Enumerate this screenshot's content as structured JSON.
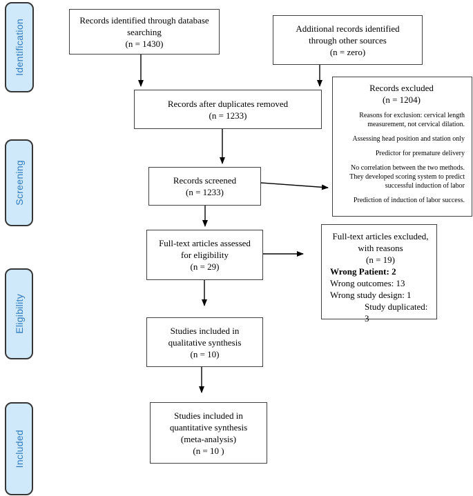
{
  "stages": [
    {
      "label": "Identification"
    },
    {
      "label": "Screening"
    },
    {
      "label": "Eligibility"
    },
    {
      "label": "Included"
    }
  ],
  "boxes": {
    "identified": {
      "lines": [
        "Records identified through database",
        "searching",
        "(n = 1430)"
      ]
    },
    "additional": {
      "lines": [
        "Additional records identified",
        "through other sources",
        "(n = zero)"
      ]
    },
    "deduplicated": {
      "lines": [
        "Records after duplicates removed",
        "(n = 1233)"
      ]
    },
    "screened": {
      "lines": [
        "Records screened",
        "(n = 1233)"
      ]
    },
    "fulltext": {
      "lines": [
        "Full-text articles assessed",
        "for eligibility",
        "(n = 29)"
      ]
    },
    "qualitative": {
      "lines": [
        "Studies included in",
        "qualitative synthesis",
        "(n = 10)"
      ]
    },
    "quantitative": {
      "lines": [
        "Studies included in",
        "quantitative synthesis",
        "(meta-analysis)",
        "(n = 10 )"
      ]
    },
    "records_excluded": {
      "title": "Records excluded",
      "count": "(n = 1204)",
      "reasons": [
        "Reasons for exclusion: cervical length measurement, not cervical dilation.",
        "Assessing head position and station only",
        "Predictor for premature delivery",
        "No correlation between the two methods. They developed scoring system to predict successful induction of labor",
        "Prediction of induction of labor success."
      ]
    },
    "fulltext_excluded": {
      "title_lines": [
        "Full-text articles excluded,",
        "with reasons",
        "(n = 19)"
      ],
      "items": [
        "Wrong Patient: 2",
        "Wrong outcomes: 13",
        "Wrong study design: 1",
        "Study duplicated: 3"
      ]
    }
  },
  "colors": {
    "stage_fill": "#cfe9fa",
    "stage_border": "#353535",
    "stage_text": "#2e7bc0",
    "box_border": "#3f3f3f",
    "arrow": "#000000",
    "background": "#ffffff"
  }
}
